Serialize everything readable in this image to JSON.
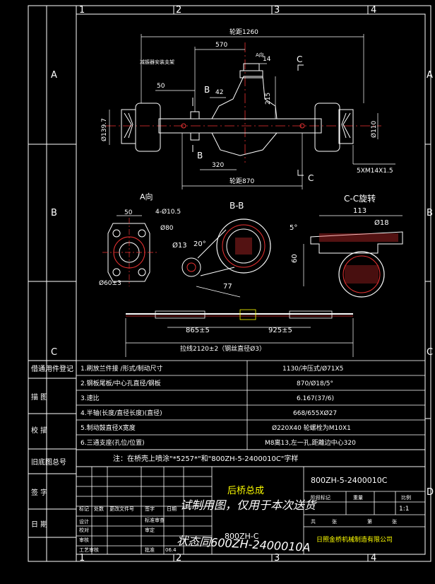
{
  "grid": {
    "columns": [
      "1",
      "2",
      "3",
      "4"
    ],
    "rows": [
      "A",
      "B",
      "C",
      "D"
    ]
  },
  "left_strip": {
    "labels": [
      "借通用件登记",
      "描 图",
      "校 描",
      "旧底图总号",
      "签 字",
      "日 期"
    ]
  },
  "main_view": {
    "dims": {
      "d1260": "轮距1260",
      "d570": "570",
      "d14": "14",
      "d50": "50",
      "d42": "42",
      "d215": "215",
      "d320": "320",
      "d870": "轮距870",
      "phi1397": "Ø139.7",
      "phi110": "Ø110",
      "thread": "5XM14X1.5",
      "a_dir": "A向"
    },
    "section_marks": {
      "C": "C",
      "B": "B"
    },
    "label_bracket": "减振器安装支架"
  },
  "view_a": {
    "title": "A向",
    "d50": "50",
    "holes": "4-Ø10.5",
    "phi80": "Ø80",
    "phi60": "Ø60±3"
  },
  "view_bb": {
    "title": "B-B",
    "phi13": "Ø13",
    "angle20": "20°",
    "d77": "77"
  },
  "view_cc": {
    "title": "C-C旋转",
    "d113": "113",
    "phi18": "Ø18",
    "angle5": "5°",
    "d60": "60"
  },
  "cable": {
    "d865": "865±5",
    "d925": "925±5",
    "total": "拉线2120±2（钢丝直径Ø3）"
  },
  "spec_table": {
    "rows": [
      {
        "label": "1.刷放兰件接 /形式/制动尺寸",
        "value": "1130/冲压式/Ø71X5"
      },
      {
        "label": "2.钢板尾板/中心孔直径/钢板",
        "value": "870/Ø18/5°"
      },
      {
        "label": "3.速比",
        "value": "6.167(37/6)"
      },
      {
        "label": "4.半轴(长度/直径长度)(直径)",
        "value": "668/655XØ27"
      },
      {
        "label": "5.制动鼓直径X宽度",
        "value": "Ø220X40   轮螺栓为M10X1"
      },
      {
        "label": "6.三通支座(孔位/位置)",
        "value": "M8离13,左一孔,距離边中心320"
      }
    ]
  },
  "note": "注：在桥壳上喷涂\"*5257*\"和\"800ZH-5-2400010C\"字样",
  "title_block": {
    "drawing_name": "后桥总成",
    "drawing_no": "800ZH-5-2400010C",
    "model": "800ZH-C",
    "company": "日照金桥机械制造有限公司",
    "scale": "1:1",
    "row_labels": [
      "标记",
      "处数",
      "更改文件号",
      "签字",
      "日期",
      "设计",
      "校对",
      "审核",
      "工艺审核",
      "标准审查",
      "审定",
      "批准"
    ],
    "date_fragment": "06.4",
    "header_labels": [
      "阶段标记",
      "重量",
      "比例",
      "共",
      "张",
      "第",
      "张"
    ]
  },
  "handwritten": {
    "line1": "试制用图，仅用于本次送货",
    "line2": "状态同600ZH-2400010A"
  },
  "col_bottom": [
    "1",
    "2",
    "3",
    "4"
  ]
}
